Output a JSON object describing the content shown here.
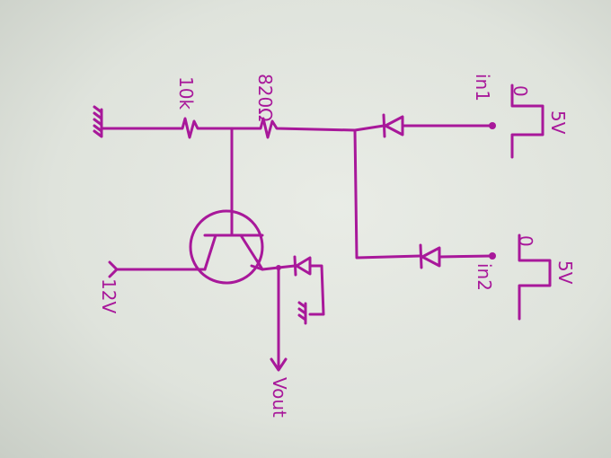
{
  "diagram": {
    "ink_color": "#a8189a",
    "resistor_1": "10k",
    "resistor_2": "820Ω",
    "input_1": "in1",
    "input_2": "in2",
    "pulse_low": "0",
    "pulse_high": "5V",
    "supply": "12V",
    "output": "Vout"
  }
}
